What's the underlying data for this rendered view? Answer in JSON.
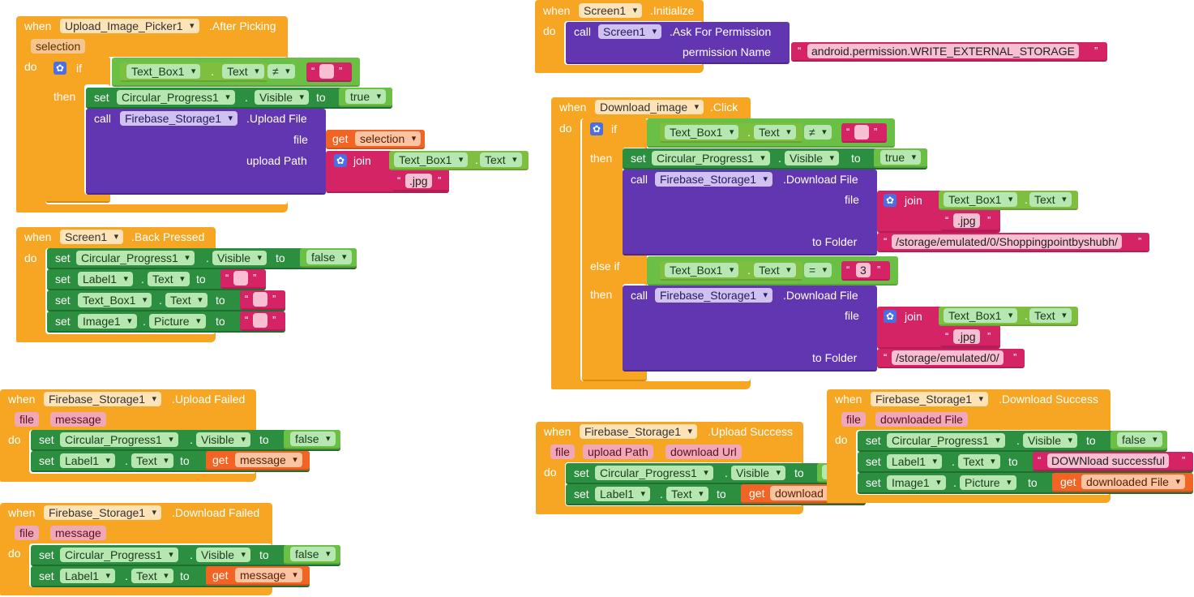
{
  "kw": {
    "when": "when",
    "do": "do",
    "if": "if",
    "then": "then",
    "else_if": "else if",
    "call": "call",
    "set": "set",
    "to": "to",
    "get": "get",
    "join": "join",
    "quote": "“",
    "quote_end": "”",
    "neq": "≠",
    "eq": "="
  },
  "after_picking": {
    "component": "Upload_Image_Picker1",
    "event": ".After Picking",
    "param": "selection",
    "cond": {
      "comp": "Text_Box1",
      "prop": "Text"
    },
    "set": {
      "comp": "Circular_Progress1",
      "prop": "Visible",
      "value": "true"
    },
    "call": {
      "comp": "Firebase_Storage1",
      "method": ".Upload File",
      "arg1": "file",
      "get_var": "selection",
      "arg2": "upload Path",
      "join_comp": "Text_Box1",
      "join_prop": "Text",
      "suffix": ".jpg"
    }
  },
  "back_pressed": {
    "component": "Screen1",
    "event": ".Back Pressed",
    "rows": [
      {
        "comp": "Circular_Progress1",
        "prop": "Visible",
        "value": "false"
      },
      {
        "comp": "Label1",
        "prop": "Text"
      },
      {
        "comp": "Text_Box1",
        "prop": "Text"
      },
      {
        "comp": "Image1",
        "prop": "Picture"
      }
    ]
  },
  "upload_failed": {
    "component": "Firebase_Storage1",
    "event": ".Upload Failed",
    "params": [
      "file",
      "message"
    ],
    "rows": [
      {
        "comp": "Circular_Progress1",
        "prop": "Visible",
        "value": "false"
      },
      {
        "comp": "Label1",
        "prop": "Text",
        "get": "message"
      }
    ]
  },
  "download_failed": {
    "component": "Firebase_Storage1",
    "event": ".Download Failed",
    "params": [
      "file",
      "message"
    ],
    "rows": [
      {
        "comp": "Circular_Progress1",
        "prop": "Visible",
        "value": "false"
      },
      {
        "comp": "Label1",
        "prop": "Text",
        "get": "message"
      }
    ]
  },
  "initialize": {
    "component": "Screen1",
    "event": ".Initialize",
    "call_comp": "Screen1",
    "method": ".Ask For Permission",
    "arg": "permission Name",
    "value": "android.permission.WRITE_EXTERNAL_STORAGE"
  },
  "download_click": {
    "component": "Download_image",
    "event": ".Click",
    "cond1": {
      "comp": "Text_Box1",
      "prop": "Text"
    },
    "set": {
      "comp": "Circular_Progress1",
      "prop": "Visible",
      "value": "true"
    },
    "call1": {
      "comp": "Firebase_Storage1",
      "method": ".Download File",
      "arg1": "file",
      "join_comp": "Text_Box1",
      "join_prop": "Text",
      "suffix": ".jpg",
      "arg2": "to Folder",
      "folder": "/storage/emulated/0/Shoppingpointbyshubh/"
    },
    "cond2": {
      "comp": "Text_Box1",
      "prop": "Text",
      "value": "3"
    },
    "call2": {
      "comp": "Firebase_Storage1",
      "method": ".Download File",
      "arg1": "file",
      "join_comp": "Text_Box1",
      "join_prop": "Text",
      "suffix": ".jpg",
      "arg2": "to Folder",
      "folder": "/storage/emulated/0/"
    }
  },
  "upload_success": {
    "component": "Firebase_Storage1",
    "event": ".Upload Success",
    "params": [
      "file",
      "upload Path",
      "download Url"
    ],
    "rows": [
      {
        "comp": "Circular_Progress1",
        "prop": "Visible",
        "value": "false"
      },
      {
        "comp": "Label1",
        "prop": "Text",
        "get": "download Url"
      }
    ]
  },
  "download_success": {
    "component": "Firebase_Storage1",
    "event": ".Download Success",
    "params": [
      "file",
      "downloaded File"
    ],
    "rows": [
      {
        "comp": "Circular_Progress1",
        "prop": "Visible",
        "value": "false"
      },
      {
        "comp": "Label1",
        "prop": "Text",
        "value": "DOWNload successful"
      },
      {
        "comp": "Image1",
        "prop": "Picture",
        "get": "downloaded File"
      }
    ]
  }
}
